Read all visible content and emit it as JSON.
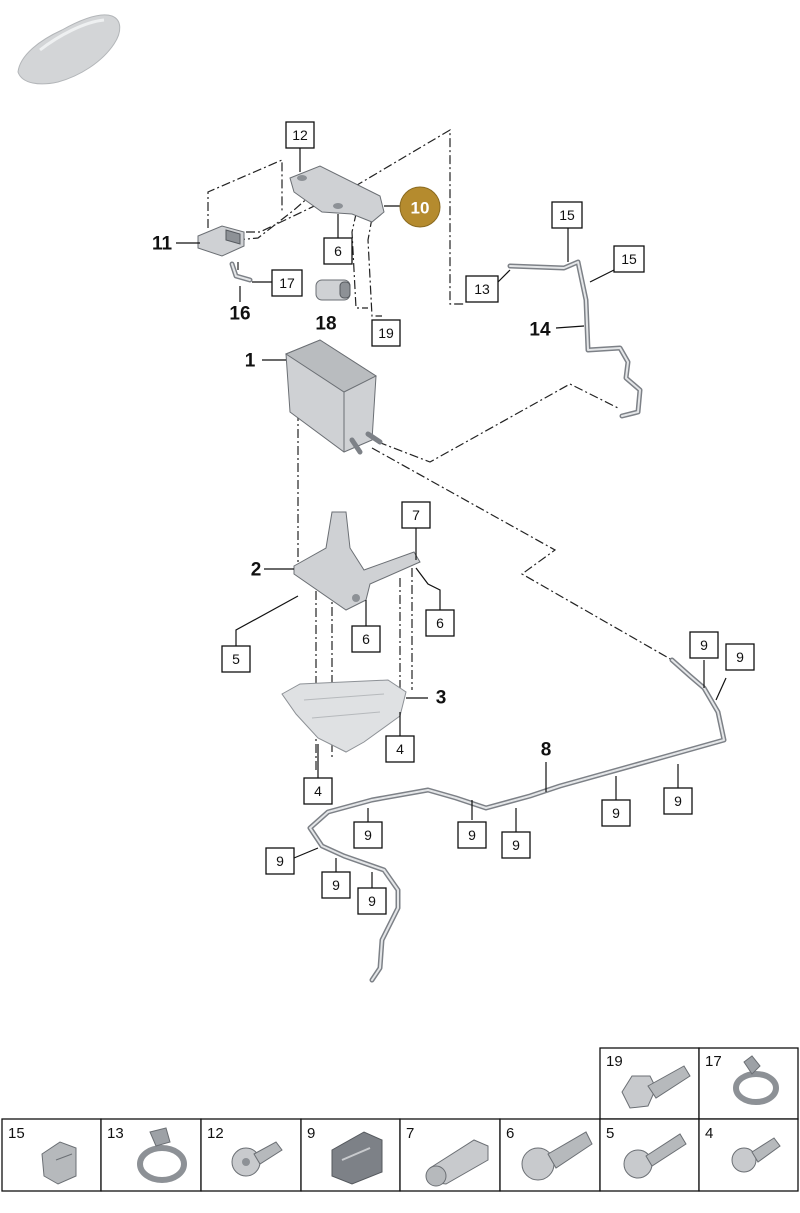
{
  "callouts": {
    "c12": "12",
    "c6a": "6",
    "c19": "19",
    "c17": "17",
    "c15a": "15",
    "c15b": "15",
    "c13": "13",
    "c7": "7",
    "c6b": "6",
    "c6c": "6",
    "c5": "5",
    "c4a": "4",
    "c4b": "4",
    "c9a": "9",
    "c9b": "9",
    "c9c": "9",
    "c9d": "9",
    "c9e": "9",
    "c9f": "9",
    "c9g": "9",
    "c9h": "9",
    "c9i": "9",
    "c9j": "9"
  },
  "bold_labels": {
    "l11": "11",
    "l16": "16",
    "l18": "18",
    "l14": "14",
    "l1": "1",
    "l2": "2",
    "l3": "3",
    "l8": "8"
  },
  "highlight": {
    "label": "10",
    "color": "#b58b2e"
  },
  "legend": {
    "top_row": [
      {
        "number": "19",
        "icon": "hex-bolt-icon"
      },
      {
        "number": "17",
        "icon": "hose-clamp-icon"
      }
    ],
    "bottom_row": [
      {
        "number": "15",
        "icon": "pipe-clip-icon"
      },
      {
        "number": "13",
        "icon": "spring-clamp-icon"
      },
      {
        "number": "12",
        "icon": "flange-screw-icon"
      },
      {
        "number": "9",
        "icon": "line-holder-icon"
      },
      {
        "number": "7",
        "icon": "rivet-nut-icon"
      },
      {
        "number": "6",
        "icon": "flange-bolt-icon"
      },
      {
        "number": "5",
        "icon": "collar-screw-icon"
      },
      {
        "number": "4",
        "icon": "button-screw-icon"
      }
    ]
  }
}
